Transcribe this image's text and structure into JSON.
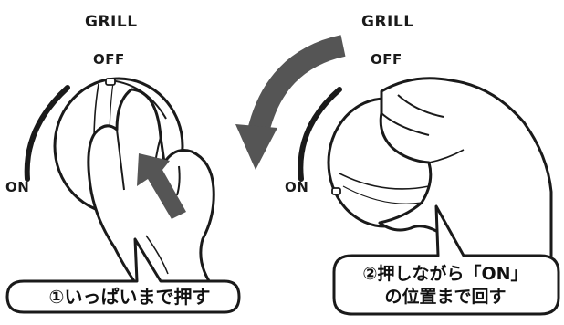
{
  "left_panel": {
    "grill_label": "GRILL",
    "off_label": "OFF",
    "on_label": "ON",
    "callout_text": "①いっぱいまで押す"
  },
  "right_panel": {
    "grill_label": "GRILL",
    "off_label": "OFF",
    "on_label": "ON",
    "callout_line1": "②押しながら「ON」",
    "callout_line2": "の位置まで回す"
  },
  "colors": {
    "arrow": "#555555",
    "line": "#1a1a1a",
    "background": "#ffffff"
  }
}
